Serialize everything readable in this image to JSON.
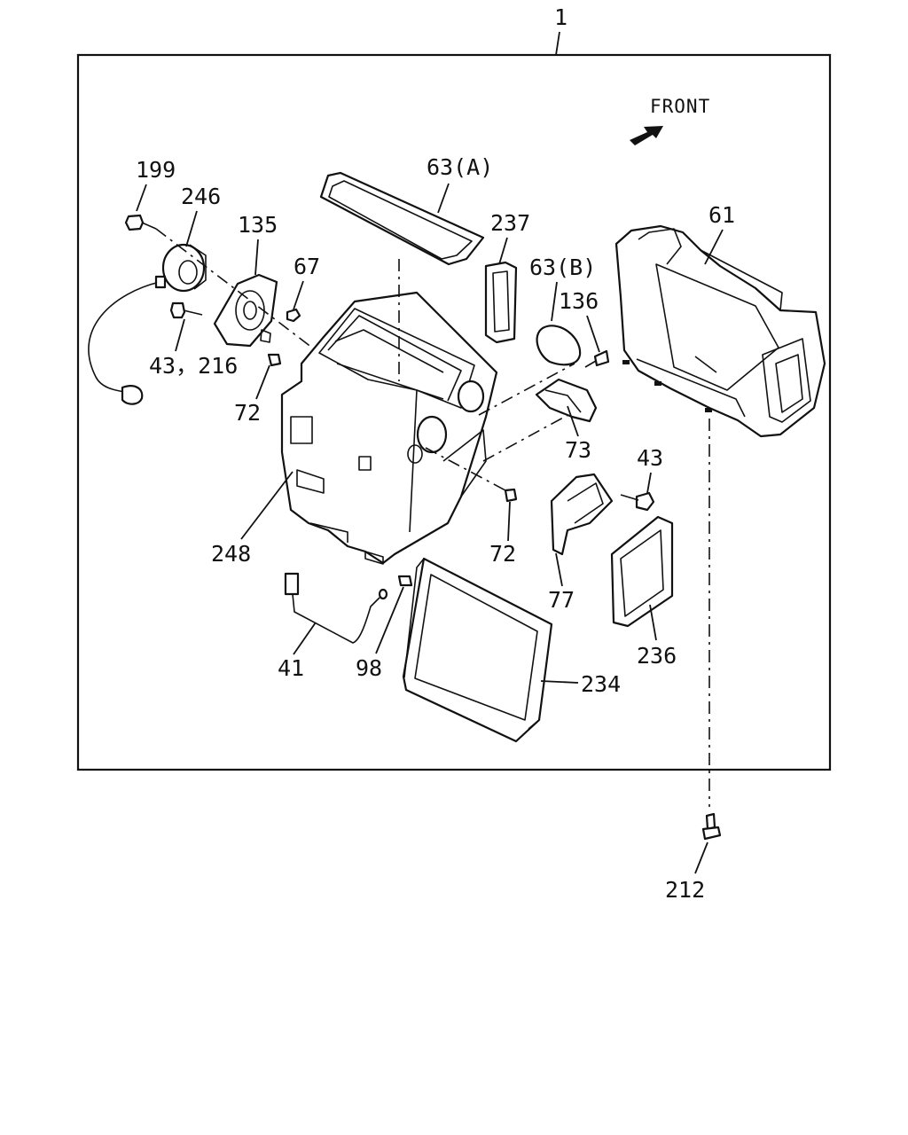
{
  "diagram": {
    "assembly_number": "1",
    "front_label": "FRONT",
    "labels": {
      "p199": "199",
      "p246": "246",
      "p135": "135",
      "p63a": "63(A)",
      "p237": "237",
      "p63b": "63(B)",
      "p61": "61",
      "p67": "67",
      "p136": "136",
      "p43_216": "43，216",
      "p72a": "72",
      "p73": "73",
      "p43": "43",
      "p248": "248",
      "p72b": "72",
      "p77": "77",
      "p41": "41",
      "p98": "98",
      "p236": "236",
      "p234": "234",
      "p212": "212"
    }
  }
}
